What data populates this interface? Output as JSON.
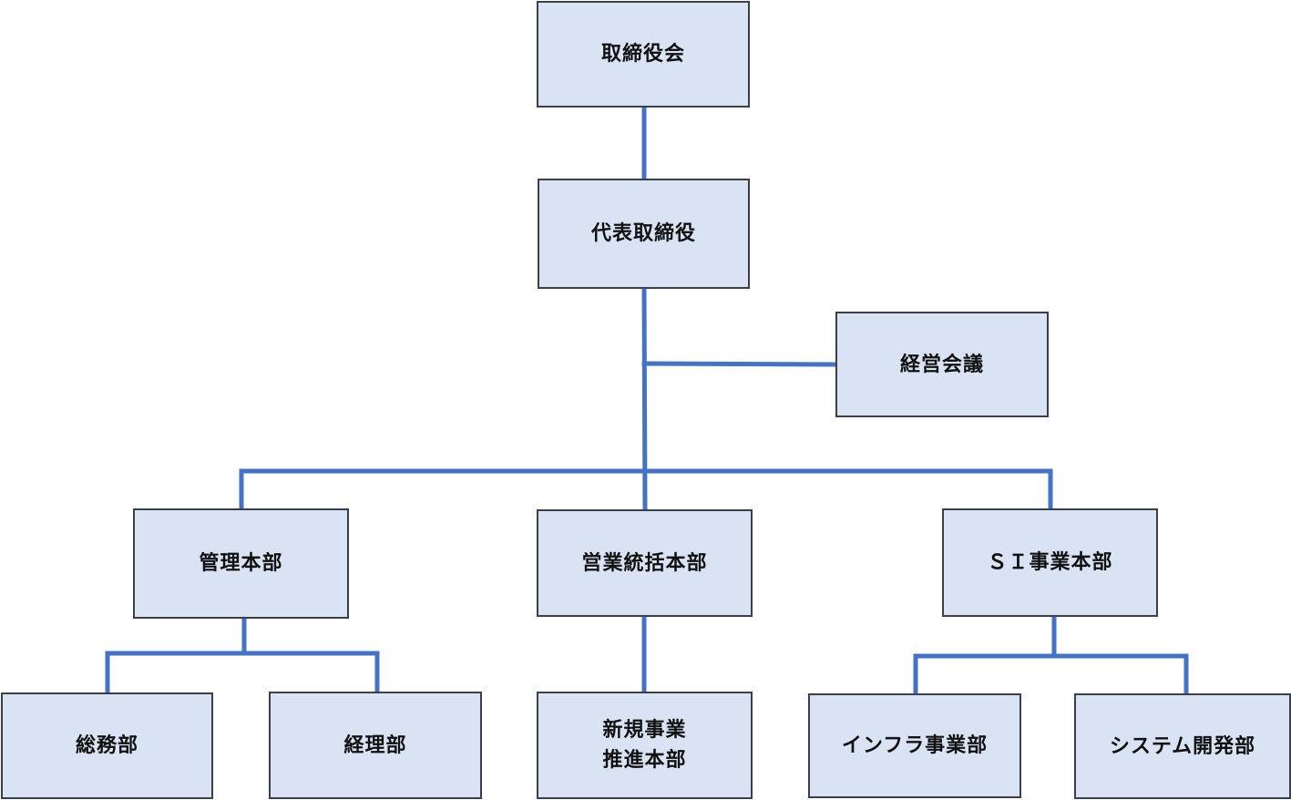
{
  "colors": {
    "box_fill": "#dae3f3",
    "box_border": "#3a3f4a",
    "connector": "#4472c4"
  },
  "nodes": {
    "board": "取締役会",
    "ceo": "代表取締役",
    "mgmt_meeting": "経営会議",
    "admin_hq": "管理本部",
    "sales_hq": "営業統括本部",
    "si_hq": "ＳＩ事業本部",
    "general_affairs": "総務部",
    "accounting": "経理部",
    "new_business_line1": "新規事業",
    "new_business_line2": "推進本部",
    "infra": "インフラ事業部",
    "system_dev": "システム開発部"
  }
}
